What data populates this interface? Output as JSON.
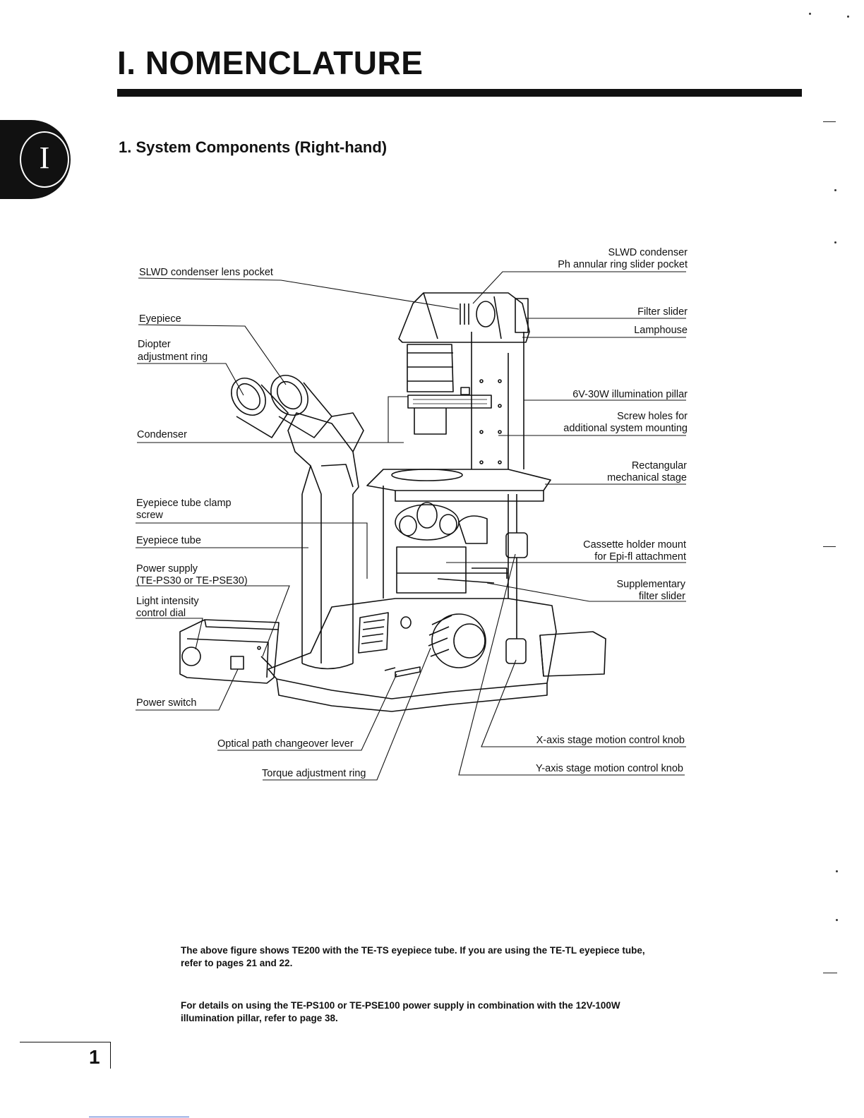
{
  "page": {
    "title": "I. NOMENCLATURE",
    "tab_label": "I",
    "section_title": "1. System Components (Right-hand)",
    "page_number": "1"
  },
  "figure": {
    "labels": {
      "slwd_condenser_lens_pocket": "SLWD condenser lens pocket",
      "eyepiece": "Eyepiece",
      "diopter_line1": "Diopter",
      "diopter_line2": "adjustment ring",
      "condenser": "Condenser",
      "eyepiece_tube_clamp_line1": "Eyepiece tube clamp",
      "eyepiece_tube_clamp_line2": "screw",
      "eyepiece_tube": "Eyepiece tube",
      "power_supply_line1": "Power supply",
      "power_supply_line2": "(TE-PS30 or TE-PSE30)",
      "light_intensity_line1": "Light intensity",
      "light_intensity_line2": "control dial",
      "power_switch": "Power switch",
      "optical_path_lever": "Optical path changeover lever",
      "torque_ring": "Torque adjustment ring",
      "slwd_condenser_line1": "SLWD condenser",
      "slwd_condenser_line2": "Ph annular ring slider pocket",
      "filter_slider": "Filter slider",
      "lamphouse": "Lamphouse",
      "illumination_pillar": "6V-30W illumination pillar",
      "screw_holes_line1": "Screw holes for",
      "screw_holes_line2": "additional system mounting",
      "stage_line1": "Rectangular",
      "stage_line2": "mechanical stage",
      "cassette_line1": "Cassette holder mount",
      "cassette_line2": "for Epi-fl attachment",
      "supp_filter_line1": "Supplementary",
      "supp_filter_line2": "filter slider",
      "x_axis_knob": "X-axis stage motion control knob",
      "y_axis_knob": "Y-axis stage motion control knob"
    }
  },
  "notes": {
    "note1_line1": "The above figure shows TE200 with the TE-TS eyepiece tube. If you are using the TE-TL eyepiece tube,",
    "note1_line2": "refer to pages 21 and 22.",
    "note2_line1": "For details on using the TE-PS100 or TE-PSE100 power supply in combination with the 12V-100W",
    "note2_line2": "illumination pillar, refer to page 38."
  }
}
